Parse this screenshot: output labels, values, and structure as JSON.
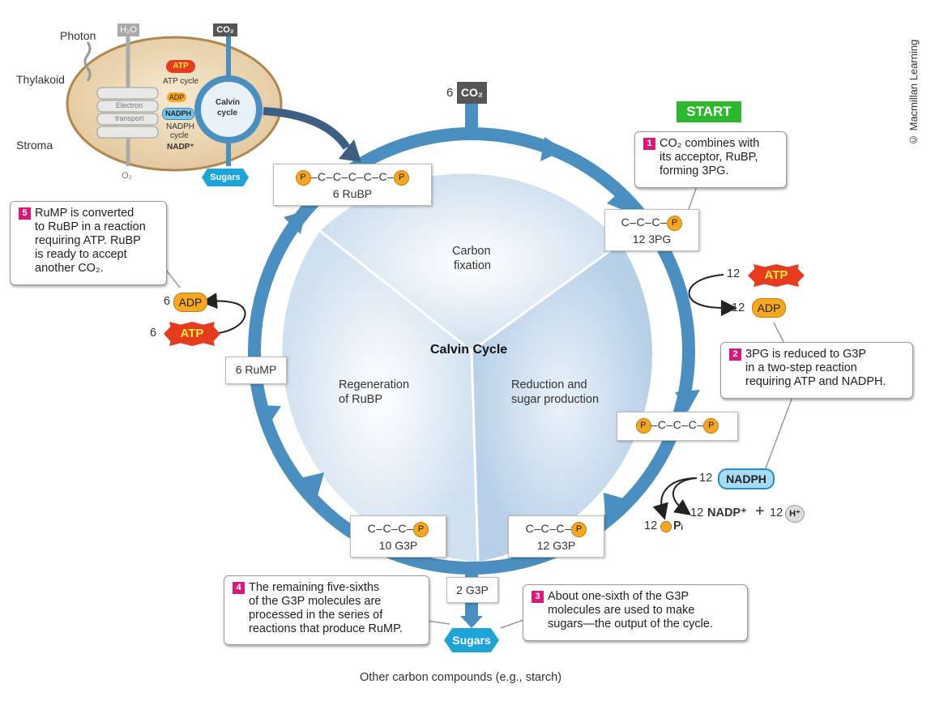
{
  "copyright": "© Macmillan Learning",
  "inset": {
    "photon": "Photon",
    "thylakoid": "Thylakoid",
    "stroma": "Stroma",
    "h2o": "H₂O",
    "co2": "CO₂",
    "atp": "ATP",
    "atp_cycle": "ATP cycle",
    "adp": "ADP",
    "nadph": "NADPH",
    "nadph_cycle_1": "NADPH",
    "nadph_cycle_2": "cycle",
    "nadp": "NADP⁺",
    "electron_1": "Electron",
    "electron_2": "transport",
    "calvin_1": "Calvin",
    "calvin_2": "cycle",
    "o2": "O₂",
    "sugars": "Sugars"
  },
  "cycle": {
    "title": "Calvin Cycle",
    "co2_count": "6",
    "co2": "CO₂",
    "start": "START",
    "sector_fixation_1": "Carbon",
    "sector_fixation_2": "fixation",
    "sector_reduction_1": "Reduction and",
    "sector_reduction_2": "sugar production",
    "sector_regeneration_1": "Regeneration",
    "sector_regeneration_2": "of RuBP"
  },
  "molecules": {
    "rubp_name": "6 RuBP",
    "pg3_chain": "C–C–C–",
    "pg3_name": "12 3PG",
    "bpg_chain": "–C–C–C–",
    "g3p12_chain": "C–C–C–",
    "g3p12_name": "12 G3P",
    "g3p10_chain": "C–C–C–",
    "g3p10_name": "10 G3P",
    "rump_name": "6 RuMP",
    "g3p2_name": "2 G3P",
    "rubp_chain": "–C–C–C–C–C–",
    "p": "P"
  },
  "energy": {
    "atp12_count": "12",
    "atp": "ATP",
    "adp12_count": "12",
    "adp": "ADP",
    "nadph12_count": "12",
    "nadph": "NADPH",
    "nadp12_count": "12",
    "nadp": "NADP⁺",
    "plus": "+",
    "h12_count": "12",
    "h": "H⁺",
    "pi12_count": "12",
    "pi": "Pᵢ",
    "adp6_count": "6",
    "atp6_count": "6"
  },
  "steps": {
    "s1_num": "1",
    "s1_text_a": "CO₂ combines with",
    "s1_text_b": "its acceptor, RuBP,",
    "s1_text_c": "forming 3PG.",
    "s2_num": "2",
    "s2_text_a": "3PG is reduced to G3P",
    "s2_text_b": "in a two-step reaction",
    "s2_text_c": "requiring ATP and NADPH.",
    "s3_num": "3",
    "s3_text_a": "About one-sixth of the G3P",
    "s3_text_b": "molecules are used to make",
    "s3_text_c": "sugars—the output of the cycle.",
    "s4_num": "4",
    "s4_text_a": "The remaining five-sixths",
    "s4_text_b": "of the G3P molecules are",
    "s4_text_c": "processed in the series of",
    "s4_text_d": "reactions that produce RuMP.",
    "s5_num": "5",
    "s5_text_a": "RuMP is converted",
    "s5_text_b": "to RuBP in a reaction",
    "s5_text_c": "requiring ATP.  RuBP",
    "s5_text_d": "is ready to accept",
    "s5_text_e": "another CO₂."
  },
  "output": {
    "sugars": "Sugars",
    "other": "Other carbon compounds (e.g., starch)"
  },
  "colors": {
    "arrow_blue": "#4a8fc0",
    "atp_yellow": "#f5a623",
    "start_green": "#2eb82e",
    "step_magenta": "#d6197a"
  }
}
